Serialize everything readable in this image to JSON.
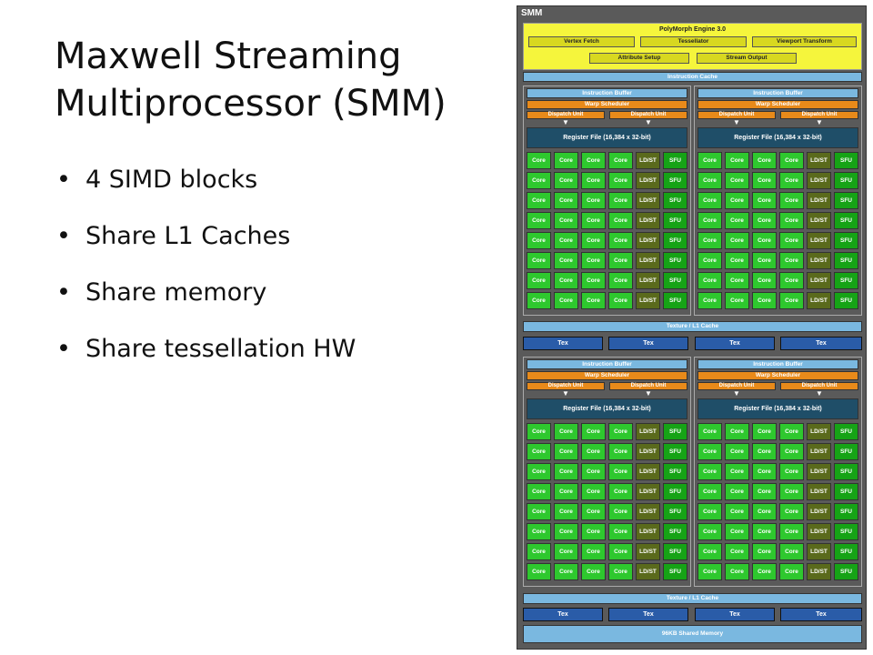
{
  "title": "Maxwell Streaming Multiprocessor (SMM)",
  "bullets": [
    "4 SIMD blocks",
    "Share L1 Caches",
    "Share memory",
    "Share tessellation HW"
  ],
  "bullet_glyph": "•",
  "diagram": {
    "label": "SMM",
    "polymorph": {
      "title": "PolyMorph Engine 3.0",
      "row1": [
        "Vertex Fetch",
        "Tessellator",
        "Viewport Transform"
      ],
      "row2": [
        "Attribute Setup",
        "Stream Output"
      ]
    },
    "instruction_cache": "Instruction Cache",
    "quadrant": {
      "instruction_buffer": "Instruction Buffer",
      "warp_scheduler": "Warp Scheduler",
      "dispatch_unit": "Dispatch Unit",
      "register_file": "Register File (16,384 x 32-bit)",
      "rows": 8,
      "row_units": [
        "Core",
        "Core",
        "Core",
        "Core",
        "LD/ST",
        "SFU"
      ]
    },
    "texture_cache": "Texture / L1 Cache",
    "tex": [
      "Tex",
      "Tex",
      "Tex",
      "Tex"
    ],
    "shared_memory": "96KB Shared Memory",
    "colors": {
      "core": "#2ec82e",
      "ldst": "#5a6a1c",
      "sfu": "#16a316",
      "buffer": "#7ab8e0",
      "scheduler": "#e88a1a",
      "register_file": "#1f4e68",
      "tex": "#2a5ca8",
      "polymorph": "#f5f53c"
    }
  }
}
